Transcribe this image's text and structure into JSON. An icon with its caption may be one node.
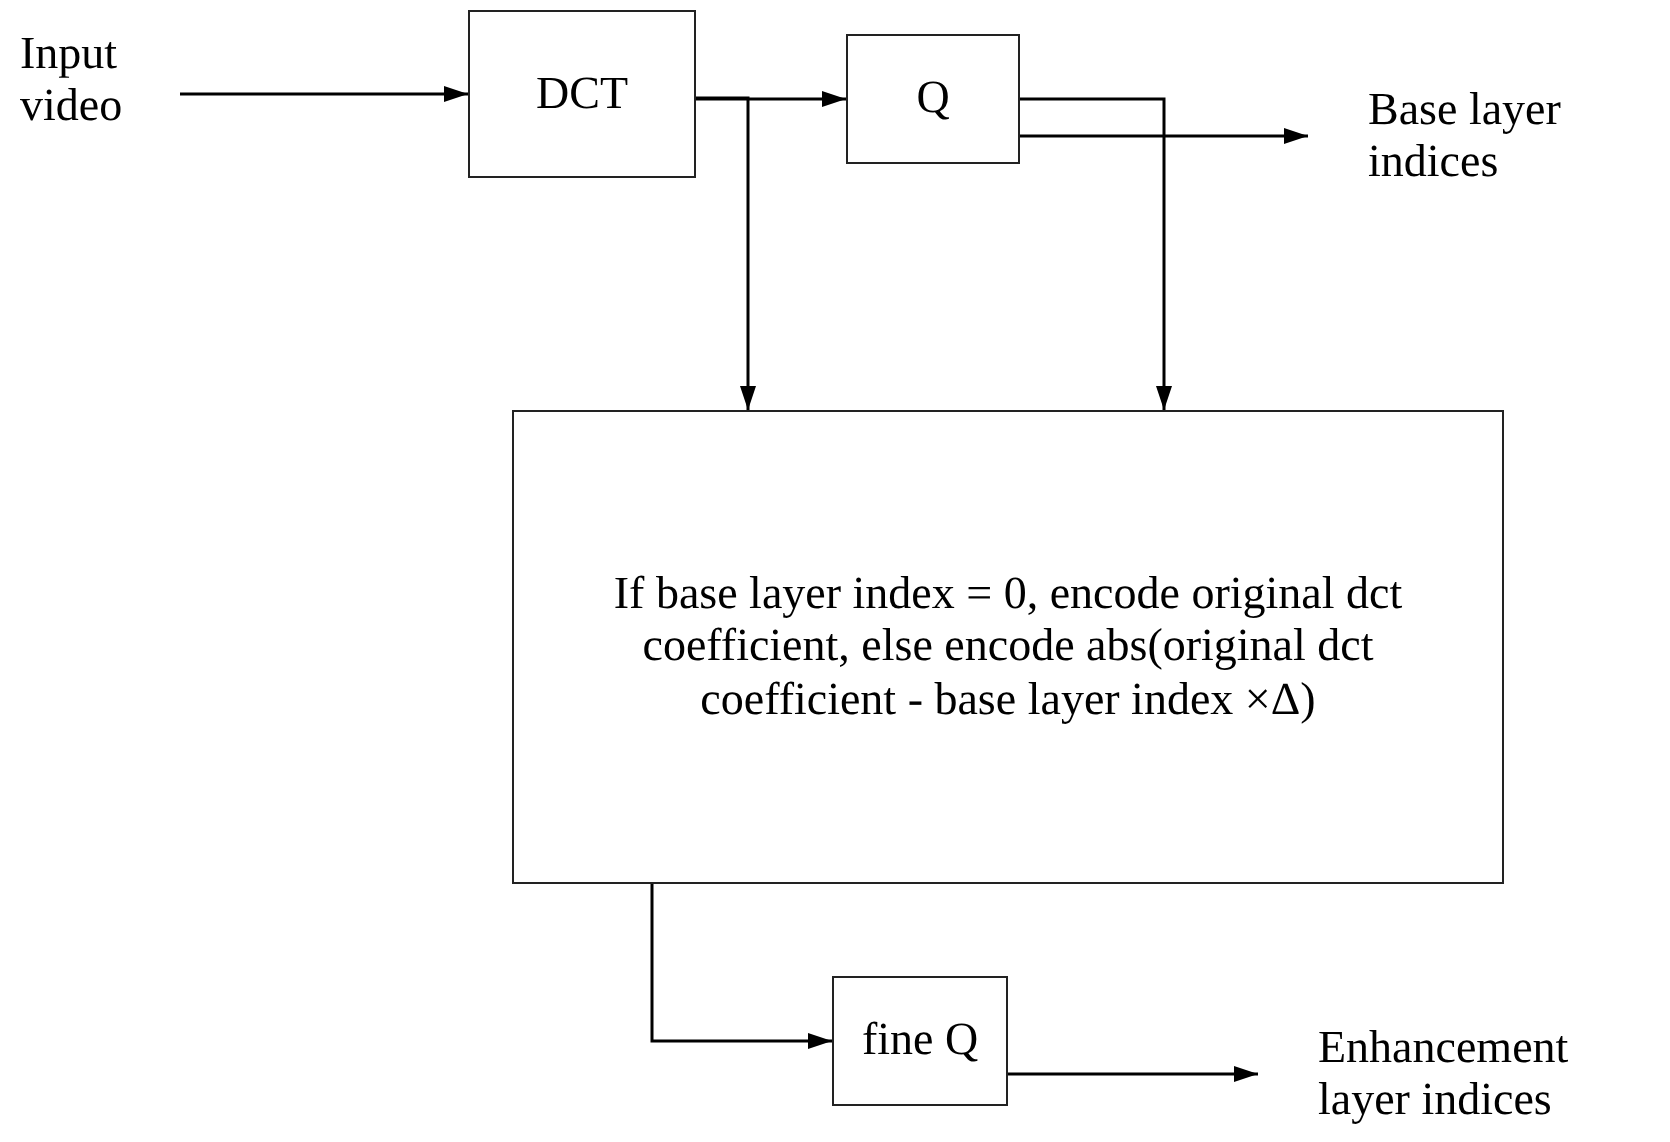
{
  "diagram": {
    "nodes": [
      {
        "text": [
          "Input video"
        ]
      },
      {
        "text": [
          "DCT"
        ]
      },
      {
        "text": [
          "Q"
        ]
      },
      {
        "text": [
          "Base layer indices"
        ]
      },
      {
        "text": [
          "If base layer index = 0, encode original dct coefficient, else encode abs(original dct coefficient - base layer index ×Δ)"
        ]
      },
      {
        "text": [
          "fine Q"
        ]
      },
      {
        "text": [
          "Enhancement layer indices"
        ]
      }
    ],
    "edges": [
      {
        "from": 0,
        "to": 1,
        "arrow": "to"
      },
      {
        "from": 1,
        "to": 2,
        "arrow": "to"
      },
      {
        "from": 1,
        "to": 4,
        "arrow": "to"
      },
      {
        "from": 2,
        "to": 3,
        "arrow": "to"
      },
      {
        "from": 2,
        "to": 4,
        "arrow": "to"
      },
      {
        "from": 4,
        "to": 5,
        "arrow": "to"
      },
      {
        "from": 5,
        "to": 6,
        "arrow": "to"
      }
    ]
  }
}
